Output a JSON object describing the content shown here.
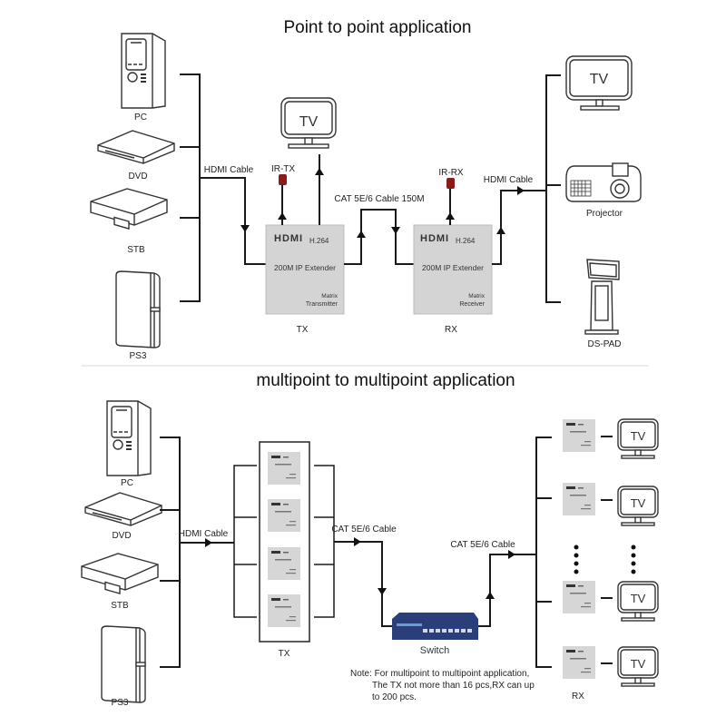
{
  "top": {
    "title": "Point to point application",
    "sources": [
      "PC",
      "DVD",
      "STB",
      "PS3"
    ],
    "hdmi_cable_in": "HDMI Cable",
    "ir_tx": "IR-TX",
    "ir_rx": "IR-RX",
    "local_tv": "TV",
    "cat_cable": "CAT 5E/6 Cable 150M",
    "hdmi_cable_out": "HDMI Cable",
    "tx": {
      "brand": "HDMI",
      "codec": "H.264",
      "name": "200M IP Extender",
      "role_line1": "Matrix",
      "role_line2": "Transmitter",
      "label": "TX"
    },
    "rx": {
      "brand": "HDMI",
      "codec": "H.264",
      "name": "200M IP Extender",
      "role_line1": "Matrix",
      "role_line2": "Receiver",
      "label": "RX"
    },
    "outputs": [
      "TV",
      "Projector",
      "DS-PAD"
    ]
  },
  "bottom": {
    "title": "multipoint to multipoint  application",
    "sources": [
      "PC",
      "DVD",
      "STB",
      "PS3"
    ],
    "hdmi_cable": "HDMI Cable",
    "cat_cable_1": "CAT 5E/6 Cable",
    "cat_cable_2": "CAT 5E/6 Cable",
    "tx_label": "TX",
    "switch_label": "Switch",
    "rx_label": "RX",
    "tv_label": "TV",
    "note_line1": "Note: For multipoint to multipoint application,",
    "note_line2": "The TX not more than 16 pcs,RX can up",
    "note_line3": "to 200 pcs."
  },
  "colors": {
    "ir_sensor": "#8b1a1a",
    "switch": "#2a3f7a",
    "extender_box": "#d4d4d4"
  }
}
